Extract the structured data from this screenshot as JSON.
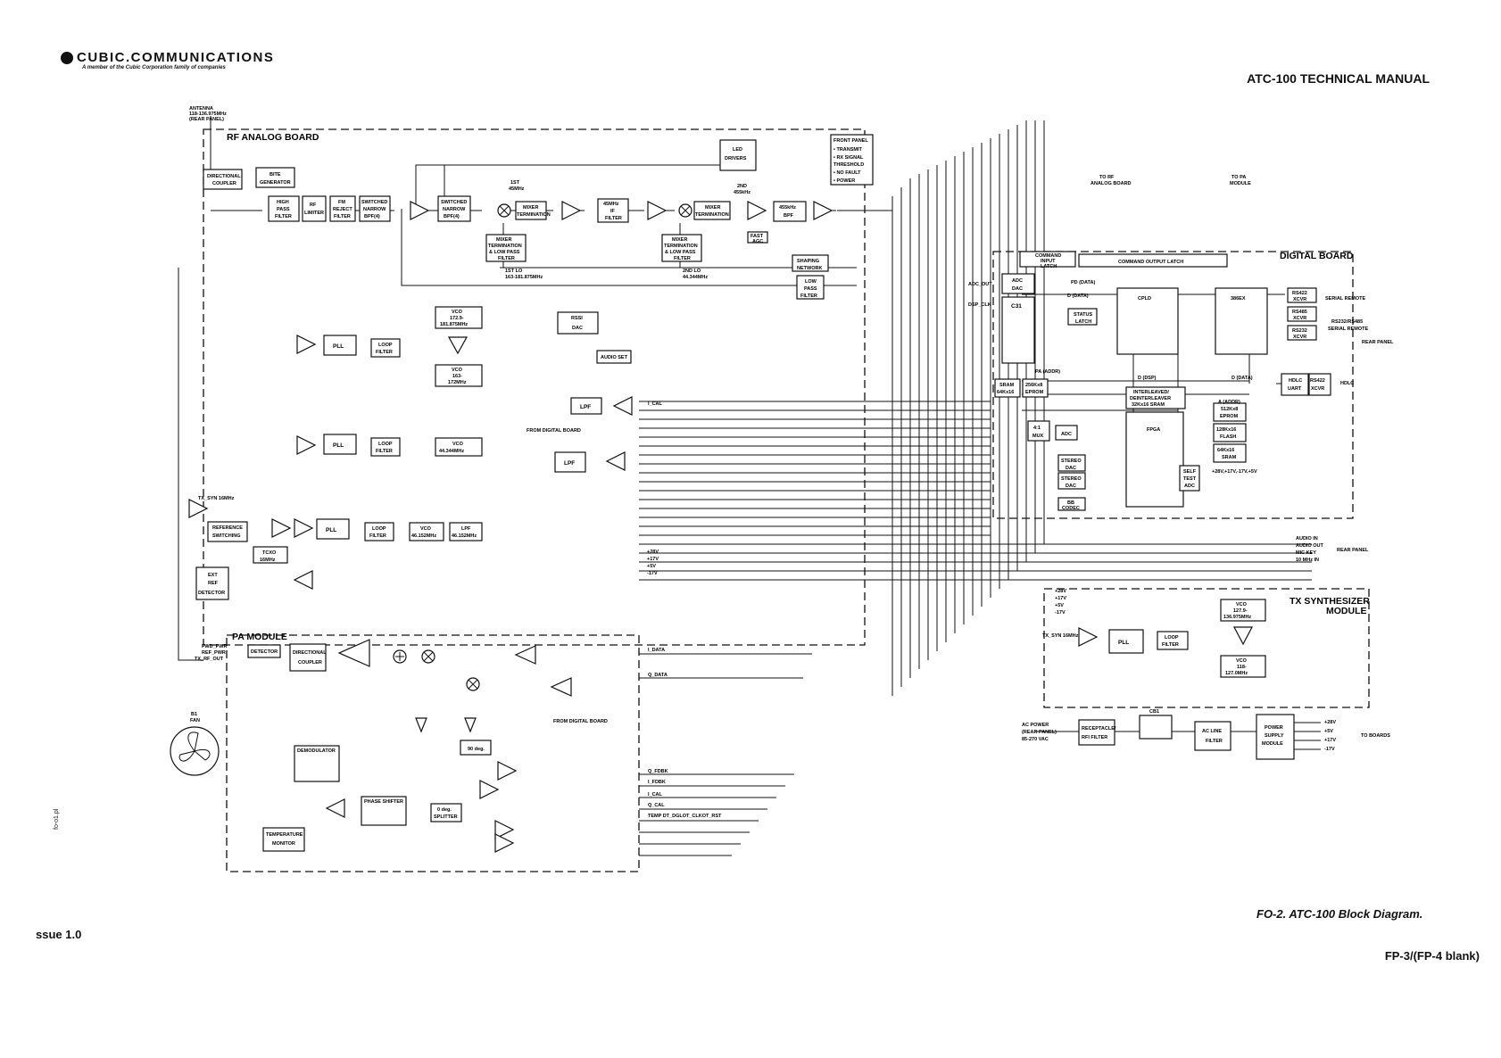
{
  "header": {
    "brand": "CUBIC.COMMUNICATIONS",
    "tagline": "A member of the Cubic Corporation family of companies",
    "manual_title": "ATC-100 TECHNICAL MANUAL"
  },
  "footer": {
    "figure_caption": "FO-2.   ATC-100 Block Diagram.",
    "issue": "ssue 1.0",
    "page": "FP-3/(FP-4 blank)",
    "side_code": "fo-o1.pl"
  },
  "regions": {
    "rf_analog": "RF ANALOG BOARD",
    "digital": "DIGITAL BOARD",
    "tx_synth_1": "TX SYNTHESIZER",
    "tx_synth_2": "MODULE",
    "pa": "PA MODULE"
  },
  "blocks": {
    "dir_coupler": [
      "DIRECTIONAL",
      "COUPLER"
    ],
    "bite_gen": [
      "BITE",
      "GENERATOR"
    ],
    "hpf": [
      "HIGH",
      "PASS",
      "FILTER"
    ],
    "rf_limiter": [
      "RF",
      "LIMITER"
    ],
    "fm_reject": [
      "FM",
      "REJECT",
      "FILTER"
    ],
    "sw_bpf1": [
      "SWITCHED",
      "NARROW",
      "BPF(4)"
    ],
    "sw_bpf2": [
      "SWITCHED",
      "NARROW",
      "BPF(4)"
    ],
    "mixer_term1": [
      "MIXER",
      "TERMINATION"
    ],
    "mixer_lpf1": [
      "MIXER",
      "TERMINATION",
      "& LOW PASS",
      "FILTER"
    ],
    "if_filter": [
      "45MHz",
      "IF",
      "FILTER"
    ],
    "mixer_term2": [
      "MIXER",
      "TERMINATION"
    ],
    "mixer_lpf2": [
      "MIXER",
      "TERMINATION",
      "& LOW PASS",
      "FILTER"
    ],
    "led_drivers": [
      "LED",
      "DRIVERS"
    ],
    "bpf_455": [
      "455kHz",
      "BPF"
    ],
    "fast_agc": [
      "FAST",
      "AGC"
    ],
    "shaping": [
      "SHAPING",
      "NETWORK"
    ],
    "lowpass_agc": [
      "LOW",
      "PASS",
      "FILTER"
    ],
    "pll1": [
      "PLL"
    ],
    "loop1": [
      "LOOP",
      "FILTER"
    ],
    "vco1": [
      "VCO",
      "172.9-",
      "181.875MHz"
    ],
    "vco2": [
      "VCO",
      "163-",
      "172MHz"
    ],
    "pll2": [
      "PLL"
    ],
    "loop2": [
      "LOOP",
      "FILTER"
    ],
    "vco3": [
      "VCO",
      "44.344MHz"
    ],
    "rssi_dac": [
      "RSSI",
      "DAC"
    ],
    "audio_set": [
      "AUDIO SET"
    ],
    "lpf_tx": [
      "LPF"
    ],
    "lpf_rx": [
      "LPF"
    ],
    "ref_switch": [
      "REFERENCE",
      "SWITCHING"
    ],
    "tcxo": [
      "TCXO",
      "16MHz"
    ],
    "pll3": [
      "PLL"
    ],
    "loop3": [
      "LOOP",
      "FILTER"
    ],
    "vco4": [
      "VCO",
      "46.152MHz"
    ],
    "lpf_ref": [
      "LPF",
      "46.152MHz"
    ],
    "ext_ref": [
      "EXT",
      "REF",
      "DETECTOR"
    ],
    "cmd_in_latch": [
      "COMMAND",
      "INPUT",
      "LATCH"
    ],
    "cmd_out_latch": [
      "COMMAND OUTPUT LATCH"
    ],
    "adc_dac": [
      "ADC",
      "DAC"
    ],
    "c31": [
      "C31"
    ],
    "status_latch": [
      "STATUS",
      "LATCH"
    ],
    "cpld": [
      "CPLD"
    ],
    "m386": [
      "386EX"
    ],
    "rs422a": [
      "RS422",
      "XCVR"
    ],
    "rs485": [
      "RS485",
      "XCVR"
    ],
    "rs232": [
      "RS232",
      "XCVR"
    ],
    "hdlc_uart": [
      "HDLC",
      "UART"
    ],
    "rs422b": [
      "RS422",
      "XCVR"
    ],
    "sram": [
      "SRAM",
      "64Kx16"
    ],
    "eprom_a": [
      "256Kx8",
      "EPROM"
    ],
    "mux": [
      "4:1",
      "MUX"
    ],
    "adc2": [
      "ADC"
    ],
    "interleaved": [
      "INTERLEAVED/",
      "DEINTERLEAVER",
      "32Kx16 SRAM"
    ],
    "fpga": [
      "FPGA"
    ],
    "eprom_b": [
      "512Kx8",
      "EPROM"
    ],
    "flash": [
      "128Kx16",
      "FLASH"
    ],
    "sram2": [
      "64Kx16",
      "SRAM"
    ],
    "stereo_dac": [
      "STEREO",
      "DAC"
    ],
    "stereo_dac2": [
      "STEREO",
      "DAC"
    ],
    "codec": [
      "BB",
      "CODEC"
    ],
    "self_test": [
      "SELF",
      "TEST",
      "ADC"
    ],
    "pll_tx": [
      "PLL"
    ],
    "loop_tx": [
      "LOOP",
      "FILTER"
    ],
    "vco_tx1": [
      "VCO",
      "127.9-",
      "136.975MHz"
    ],
    "vco_tx2": [
      "VCO",
      "118-",
      "127.0MHz"
    ],
    "detector": [
      "DETECTOR"
    ],
    "dir_coupler_pa": [
      "DIRECTIONAL",
      "COUPLER"
    ],
    "demod": [
      "DEMODULATOR"
    ],
    "phase_shifter": [
      "PHASE SHIFTER"
    ],
    "splitter": [
      "0 deg.",
      "SPLITTER"
    ],
    "deg90": [
      "90 deg."
    ],
    "temp_mon": [
      "TEMPERATURE",
      "MONITOR"
    ],
    "receptacle": [
      "RECEPTACLE/",
      "RFI FILTER"
    ],
    "ac_filter": [
      "AC LINE",
      "FILTER"
    ],
    "power_supply": [
      "POWER",
      "SUPPLY",
      "MODULE"
    ]
  },
  "front_panel": {
    "title": "FRONT PANEL",
    "items": [
      "• TRANSMIT",
      "• RX SIGNAL",
      "  THRESHOLD",
      "• NO FAULT",
      "• POWER"
    ]
  },
  "labels": {
    "antenna": [
      "ANTENNA",
      "118-136.975MHz",
      "(REAR PANEL)"
    ],
    "from_digital": "FROM DIGITAL BOARD",
    "rear_panel": "REAR PANEL",
    "ac_power": [
      "AC POWER",
      "(REAR PANEL)",
      "85-270 VAC"
    ],
    "to_boards": "TO BOARDS",
    "fan": [
      "B1",
      "FAN"
    ],
    "cb1": "CB1",
    "to_rf": [
      "TO RF",
      "ANALOG BOARD"
    ],
    "to_pa": [
      "TO PA",
      "MODULE"
    ],
    "serial_remote": "SERIAL REMOTE",
    "rs232_485": "RS232/RS485",
    "hdlc": "HDLC",
    "rails": "+28V,+17V,-17V,+5V",
    "first_lo": [
      "1ST LO",
      "163-181.875MHz"
    ],
    "second_lo": [
      "2ND LO",
      "44.344MHz"
    ],
    "first_if": [
      "1ST",
      "45MHz"
    ],
    "second_if": [
      "2ND",
      "455kHz"
    ],
    "rx_audio_list": [
      "AUDIO IN",
      "AUDIO OUT",
      "MIC KEY",
      "10 MHz IN"
    ],
    "supply_list": [
      "+28V",
      "+17V",
      "+5V",
      "-17V"
    ],
    "ps_outputs": [
      "+28V",
      "+5V",
      "+17V",
      "-17V"
    ],
    "power_in": [
      "+17V",
      "+5V",
      "-17V",
      "+28V"
    ],
    "tx_syn": "TX_SYN 16MHz",
    "i_cal": "I_CAL",
    "q_cal": "Q_CAL",
    "i_data": "I_DATA",
    "q_data": "Q_DATA",
    "i_fdbk": "I_FDBK",
    "q_fdbk": "Q_FDBK",
    "temp_line": "TEMP DT_DGLOT_CLKOT_RST",
    "dsp_clk": "DSP_CLK",
    "adc_out": "ADC_OUT",
    "fwd_pwr": [
      "FWD_PWR",
      "REF_PWR",
      "TX_RF_OUT"
    ],
    "bus": [
      "D (DATA)",
      "PD (DATA)",
      "A (ADDR)",
      "PA (ADDR)",
      "D (DSP)",
      "D (DATA)"
    ]
  }
}
